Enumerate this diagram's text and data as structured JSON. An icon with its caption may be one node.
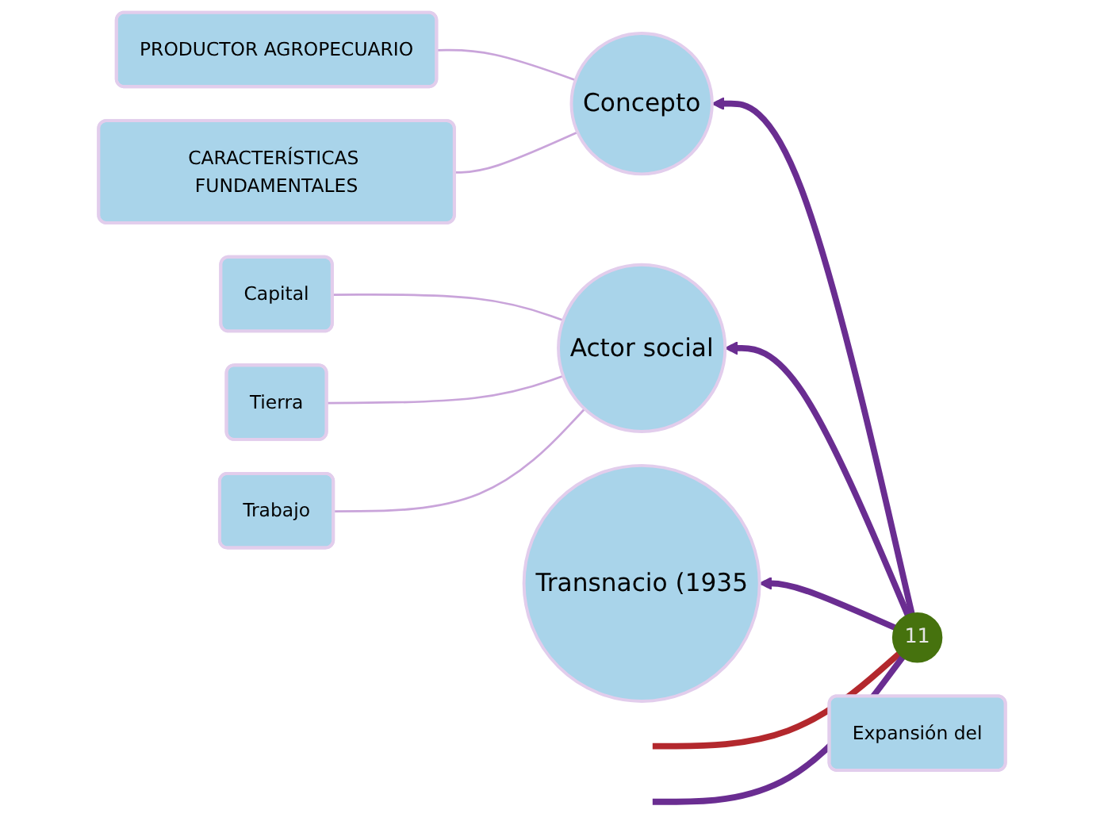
{
  "diagram": {
    "nodes": [
      {
        "text": [
          "11"
        ]
      },
      {
        "text": [
          "Concepto"
        ]
      },
      {
        "text": [
          "PRODUCTOR AGROPECUARIO"
        ]
      },
      {
        "text": [
          "CARACTERÍSTICAS FUNDAMENTALES"
        ]
      },
      {
        "text": [
          "Actor social"
        ]
      },
      {
        "text": [
          "Capital"
        ]
      },
      {
        "text": [
          "Tierra"
        ]
      },
      {
        "text": [
          "Trabajo"
        ]
      },
      {
        "text": [
          "Transnacio (1935"
        ]
      },
      {
        "text": [
          "Expansión del"
        ]
      }
    ],
    "edges": [
      {
        "from": 0,
        "to": 1,
        "arrow": "to",
        "style": "thick",
        "color": "#6a2d91"
      },
      {
        "from": 1,
        "to": 2,
        "arrow": "none"
      },
      {
        "from": 1,
        "to": 3,
        "arrow": "none"
      },
      {
        "from": 0,
        "to": 4,
        "arrow": "to",
        "style": "thick",
        "color": "#6a2d91"
      },
      {
        "from": 4,
        "to": 5,
        "arrow": "none"
      },
      {
        "from": 4,
        "to": 6,
        "arrow": "none"
      },
      {
        "from": 4,
        "to": 7,
        "arrow": "none"
      },
      {
        "from": 0,
        "to": 8,
        "arrow": "to",
        "style": "thick",
        "color": "#6a2d91"
      },
      {
        "from": 0,
        "to": null,
        "arrow": "none",
        "style": "thick",
        "color": "#b3282d"
      },
      {
        "from": 0,
        "to": null,
        "arrow": "none",
        "style": "thick",
        "color": "#6a2d91"
      }
    ]
  }
}
